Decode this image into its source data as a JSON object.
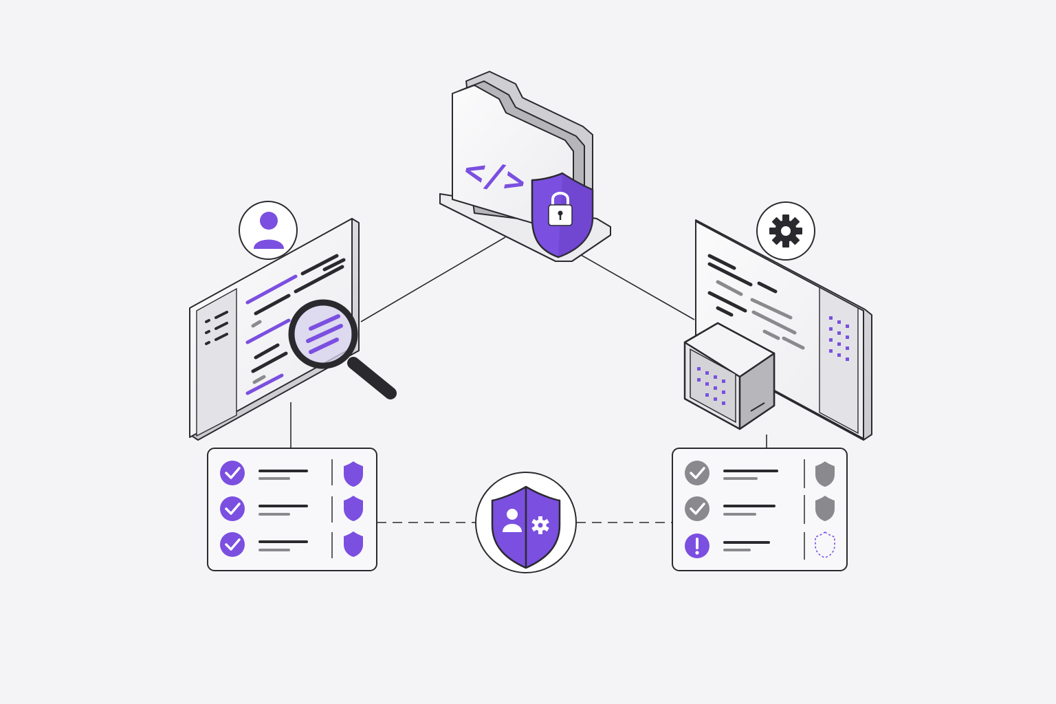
{
  "colors": {
    "background": "#f4f4f6",
    "accent": "#7b4fe0",
    "ink": "#2a2a2e",
    "gray": "#8a8a8e",
    "light_gray": "#b9b9bd",
    "panel": "#f8f8fa"
  },
  "top_node": {
    "icon": "code-folder-icon",
    "code_symbol": "</>",
    "badge_icon": "lock-shield-icon"
  },
  "left_node": {
    "avatar_icon": "user-icon",
    "tool_icon": "magnifier-icon",
    "checklist": [
      {
        "status": "ok",
        "status_icon": "check-icon",
        "shield_icon": "shield-filled-icon"
      },
      {
        "status": "ok",
        "status_icon": "check-icon",
        "shield_icon": "shield-filled-icon"
      },
      {
        "status": "ok",
        "status_icon": "check-icon",
        "shield_icon": "shield-filled-icon"
      }
    ]
  },
  "right_node": {
    "avatar_icon": "gear-icon",
    "device_icon": "server-cube-icon",
    "checklist": [
      {
        "status": "ok",
        "status_icon": "check-icon",
        "shield_icon": "shield-gray-icon"
      },
      {
        "status": "ok",
        "status_icon": "check-icon",
        "shield_icon": "shield-gray-icon"
      },
      {
        "status": "warning",
        "status_icon": "exclamation-icon",
        "shield_icon": "shield-dashed-icon"
      }
    ]
  },
  "center_node": {
    "icon": "user-gear-shield-icon"
  }
}
